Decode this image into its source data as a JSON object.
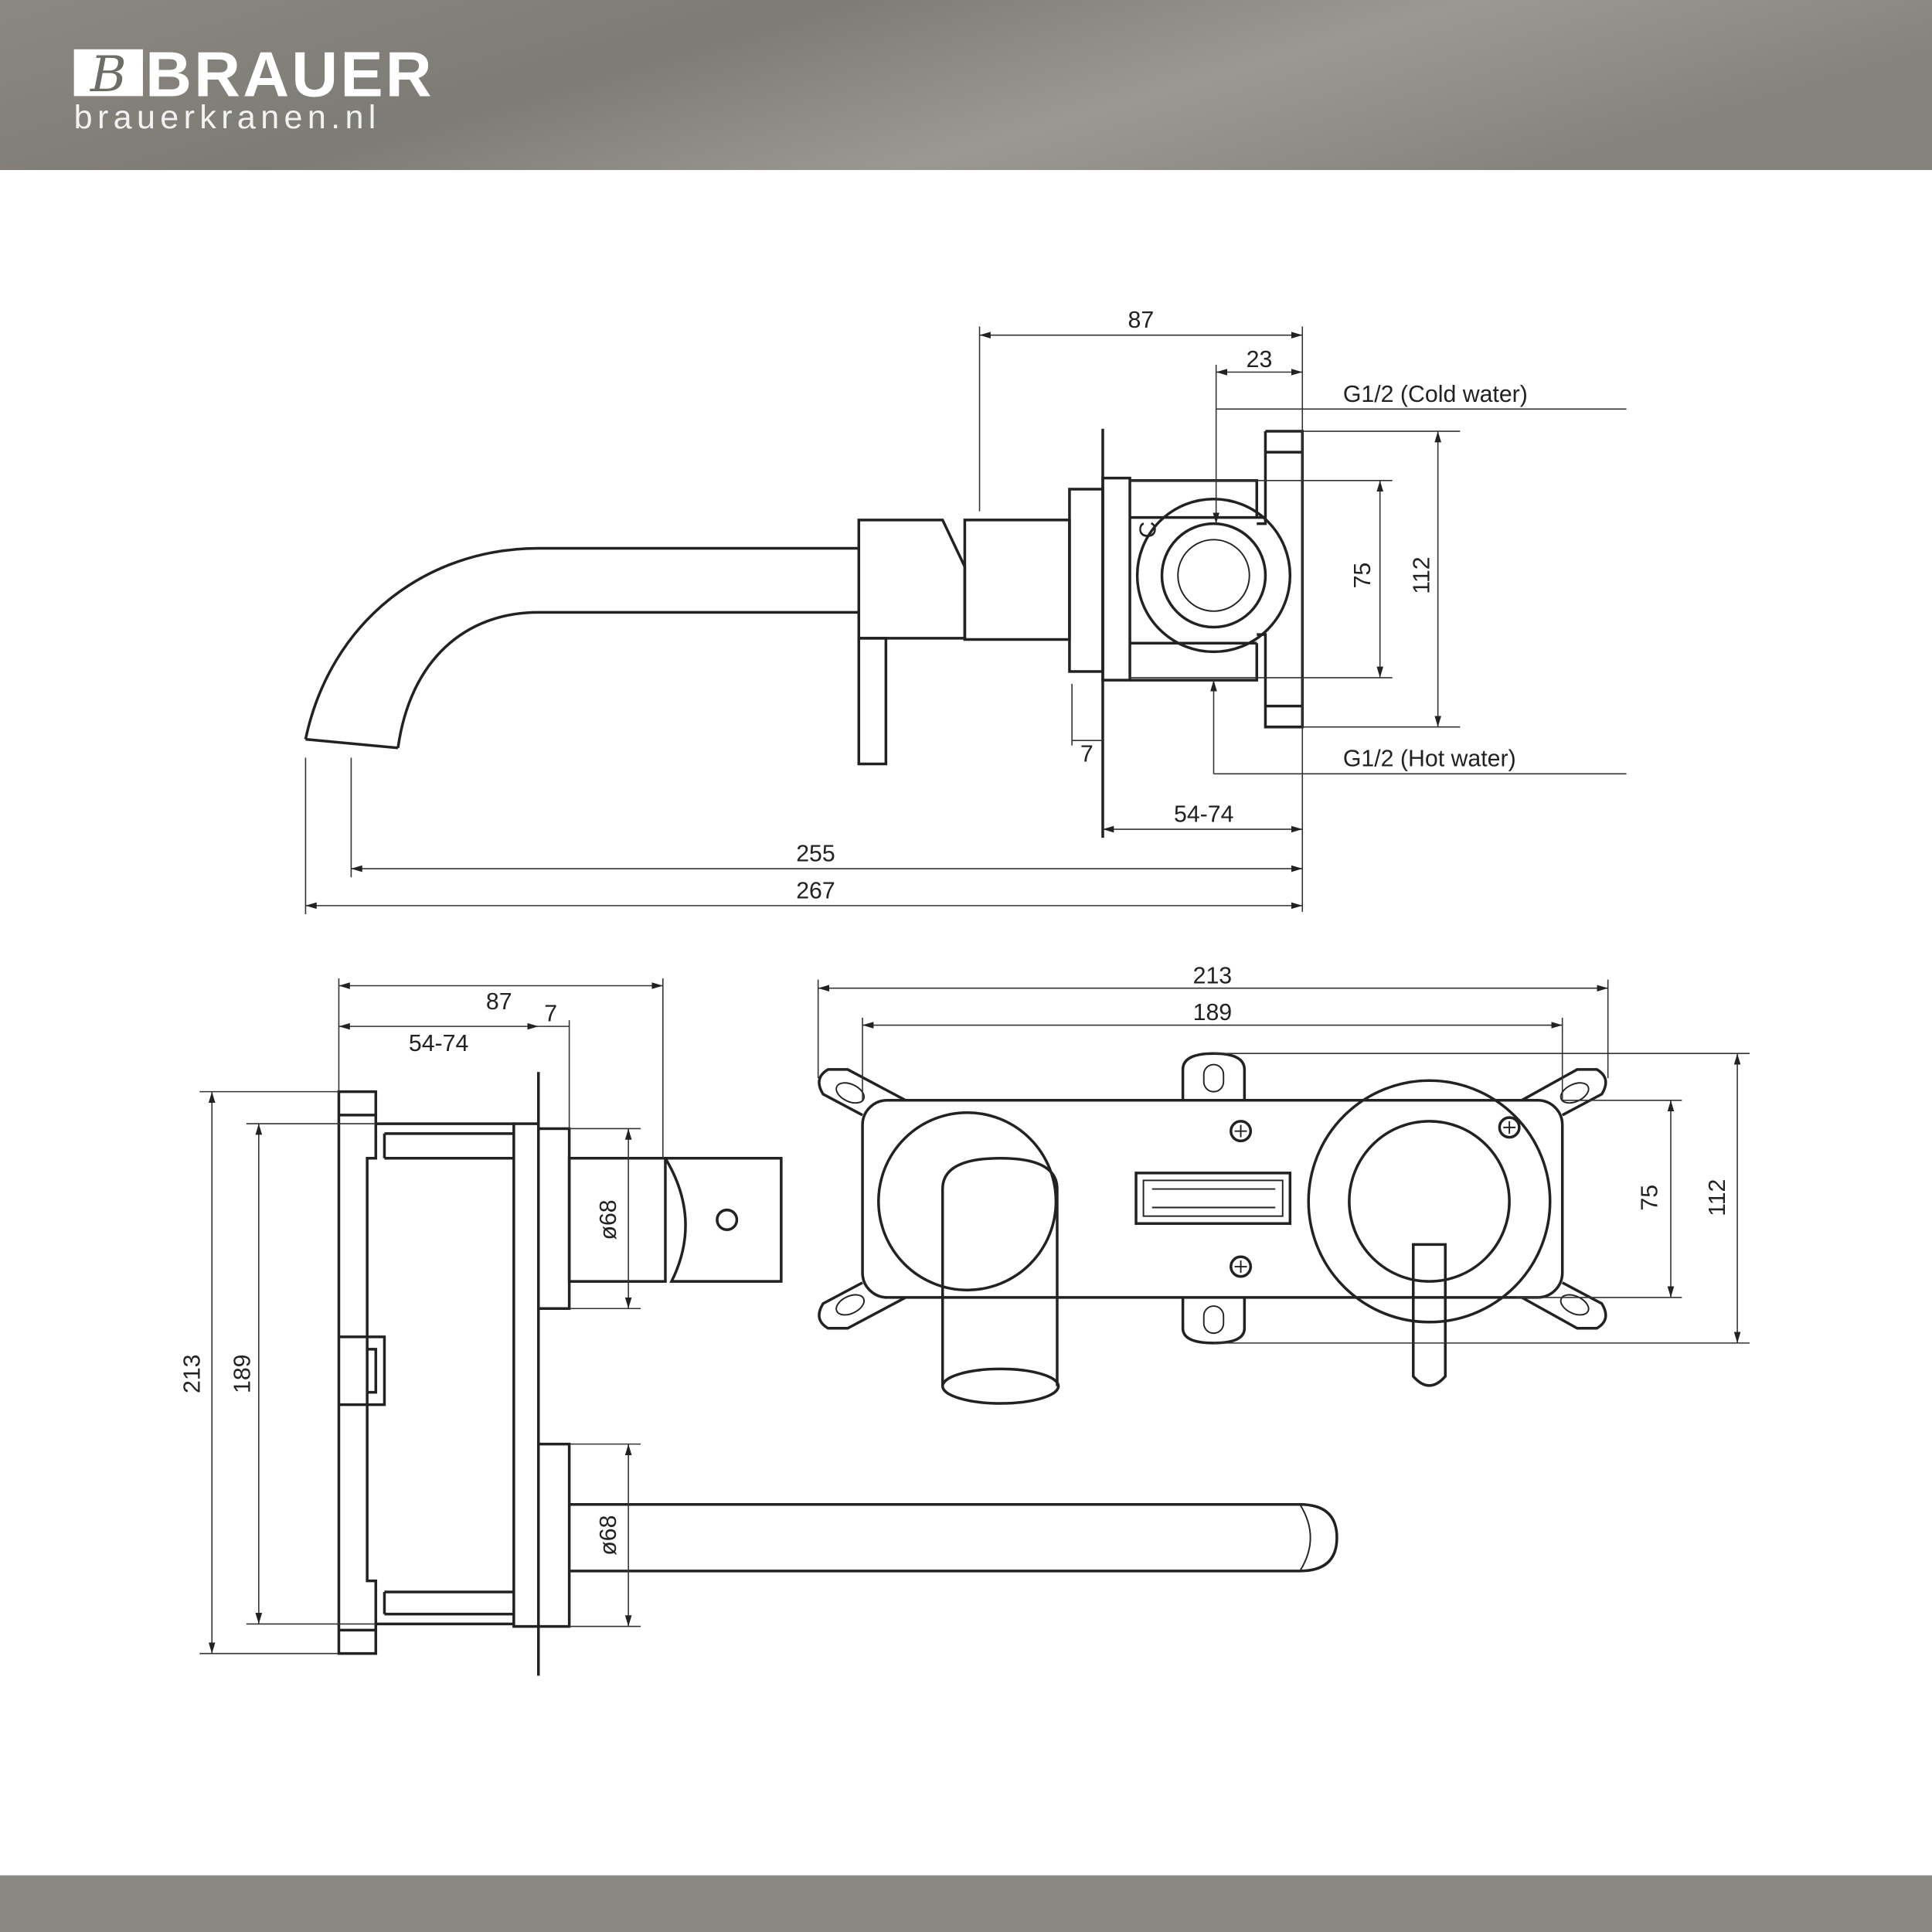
{
  "header": {
    "brand": "BRAUER",
    "website": "brauerkranen.nl",
    "logo_mark": "B"
  },
  "colors": {
    "header_bg": "#8e8c86",
    "line": "#222222"
  },
  "side_view": {
    "dim_87": "87",
    "dim_23": "23",
    "cold_label": "G1/2 (Cold water)",
    "hot_label": "G1/2 (Hot water)",
    "dim_75": "75",
    "dim_112": "112",
    "dim_7": "7",
    "dim_54_74": "54-74",
    "dim_255": "255",
    "dim_267": "267",
    "cold_marker": "C"
  },
  "top_view": {
    "dim_87": "87",
    "dim_54_74": "54-74",
    "dim_7": "7",
    "dim_213": "213",
    "dim_189": "189",
    "dia_upper": "ø68",
    "dia_lower": "ø68"
  },
  "front_view": {
    "dim_213": "213",
    "dim_189": "189",
    "dim_75": "75",
    "dim_112": "112"
  }
}
